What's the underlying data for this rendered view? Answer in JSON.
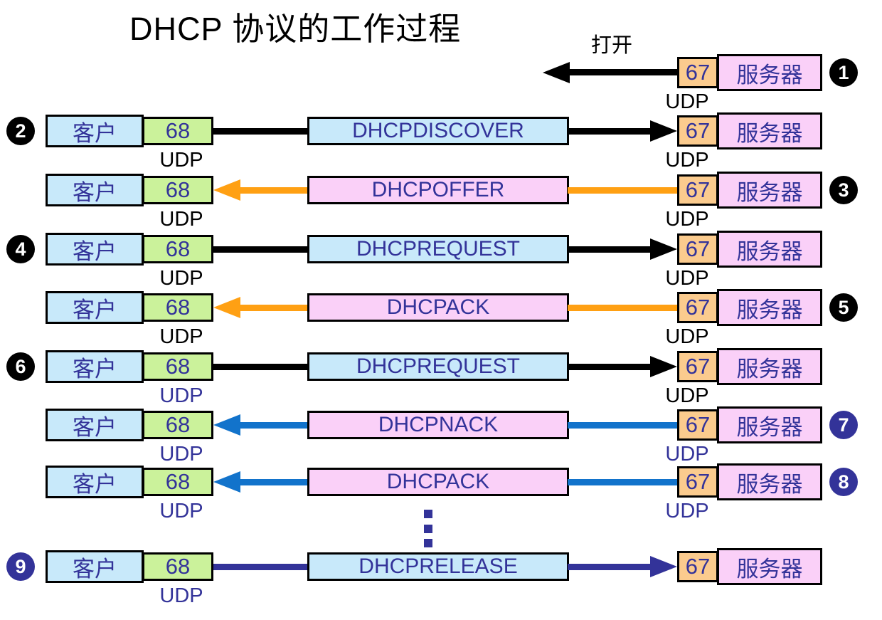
{
  "title": "DHCP 协议的工作过程",
  "labels": {
    "client": "客户",
    "server": "服务器",
    "port_client": "68",
    "port_server": "67",
    "udp": "UDP"
  },
  "colors": {
    "client_bg": "#C8E9FA",
    "server_bg": "#FAD0F8",
    "port68_bg": "#CBF29B",
    "port67_bg": "#FBCB8E",
    "box_text": "#333399",
    "black": "#000000",
    "orange": "#FFA013",
    "blue": "#1273CB",
    "navy": "#333399"
  },
  "row1": {
    "num": "1",
    "badge_color": "#000000",
    "label": "打开",
    "arrow_color": "#000000",
    "udp_color": "#000000"
  },
  "rows": [
    {
      "num": "2",
      "badge_side": "left",
      "badge_color": "#000000",
      "message": "DHCPDISCOVER",
      "msg_bg": "client",
      "dir": "right",
      "arrow_color": "#000000",
      "left_udp_color": "#000000",
      "right_udp_color": "#000000",
      "show_right_udp": true
    },
    {
      "num": "3",
      "badge_side": "right",
      "badge_color": "#000000",
      "message": "DHCPOFFER",
      "msg_bg": "server",
      "dir": "left",
      "arrow_color": "#FFA013",
      "left_udp_color": "#000000",
      "right_udp_color": "#000000",
      "show_right_udp": true
    },
    {
      "num": "4",
      "badge_side": "left",
      "badge_color": "#000000",
      "message": "DHCPREQUEST",
      "msg_bg": "client",
      "dir": "right",
      "arrow_color": "#000000",
      "left_udp_color": "#000000",
      "right_udp_color": "#000000",
      "show_right_udp": true
    },
    {
      "num": "5",
      "badge_side": "right",
      "badge_color": "#000000",
      "message": "DHCPACK",
      "msg_bg": "server",
      "dir": "left",
      "arrow_color": "#FFA013",
      "left_udp_color": "#000000",
      "right_udp_color": "#000000",
      "show_right_udp": true
    },
    {
      "num": "6",
      "badge_side": "left",
      "badge_color": "#000000",
      "message": "DHCPREQUEST",
      "msg_bg": "client",
      "dir": "right",
      "arrow_color": "#000000",
      "left_udp_color": "#333399",
      "right_udp_color": "#000000",
      "show_right_udp": true
    },
    {
      "num": "7",
      "badge_side": "right",
      "badge_color": "#333399",
      "message": "DHCPNACK",
      "msg_bg": "server",
      "dir": "left",
      "arrow_color": "#1273CB",
      "left_udp_color": "#333399",
      "right_udp_color": "#333399",
      "show_right_udp": true
    },
    {
      "num": "8",
      "badge_side": "right",
      "badge_color": "#333399",
      "message": "DHCPACK",
      "msg_bg": "server",
      "dir": "left",
      "arrow_color": "#1273CB",
      "left_udp_color": "#333399",
      "right_udp_color": "#333399",
      "show_right_udp": true
    },
    {
      "num": "9",
      "badge_side": "left",
      "badge_color": "#333399",
      "message": "DHCPRELEASE",
      "msg_bg": "client",
      "dir": "right",
      "arrow_color": "#333399",
      "left_udp_color": "#333399",
      "right_udp_color": null,
      "show_right_udp": false
    }
  ],
  "ellipsis": {
    "dot_count": 3,
    "color": "#333399"
  }
}
